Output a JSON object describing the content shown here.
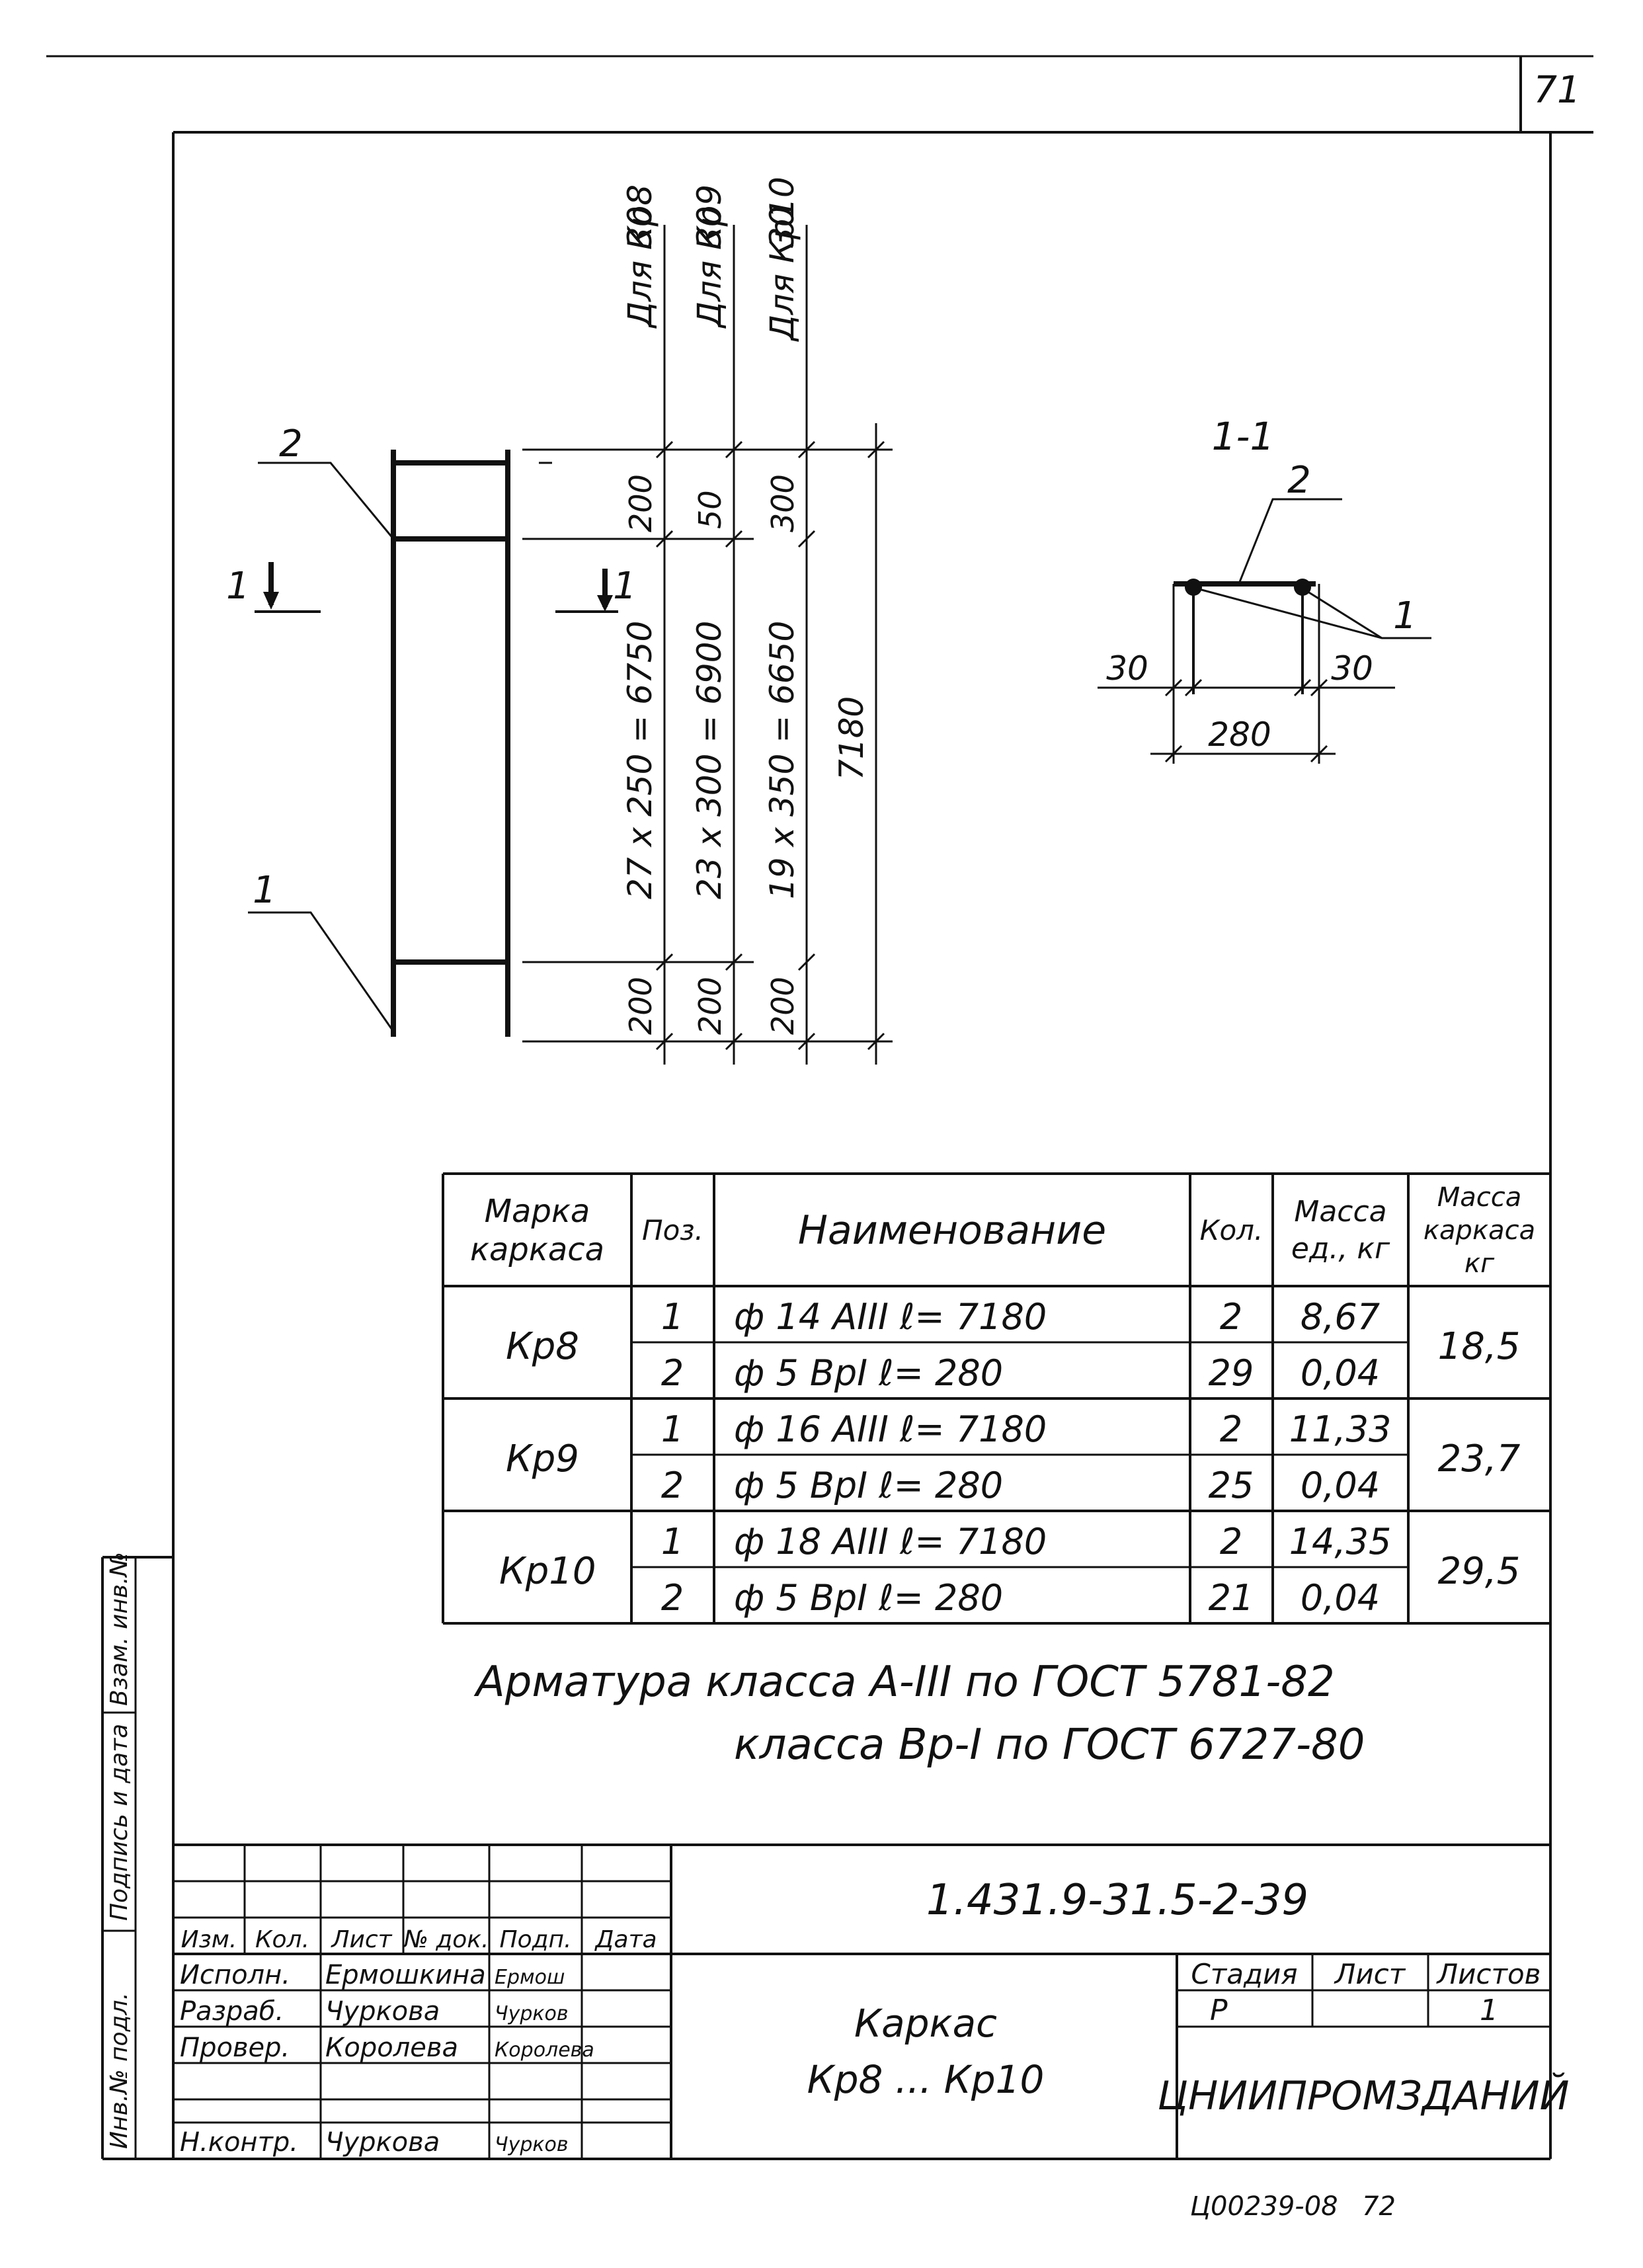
{
  "sheet_number": "71",
  "scan_marks": [
    "Ц00239-08",
    "72"
  ],
  "elevation": {
    "pos2_label": "2",
    "pos1_label": "1",
    "section_mark_left": "1",
    "section_mark_right": "1",
    "columns": [
      {
        "top": "30",
        "top_note": "Для Кр8",
        "end_top": "200",
        "middle": "27 x 250 = 6750",
        "end_bottom": "200"
      },
      {
        "top": "30",
        "top_note": "Для Кр9",
        "end_top": "50",
        "middle": "23 x 300 = 6900",
        "end_bottom": "200"
      },
      {
        "top": "30",
        "top_note": "Для Кр10",
        "end_top": "300",
        "middle": "19 x 350 = 6650",
        "end_bottom": "200"
      }
    ],
    "overall_length": "7180"
  },
  "section": {
    "title": "1-1",
    "pos2_label": "2",
    "pos1_label": "1",
    "dim_left": "30",
    "dim_right": "30",
    "dim_width": "280"
  },
  "spec_table": {
    "headers": {
      "mark": "Марка каркаса",
      "pos": "Поз.",
      "name": "Наименование",
      "qty": "Кол.",
      "unit_mass": "Масса ед., кг",
      "frame_mass": "Масса каркаса кг"
    },
    "groups": [
      {
        "mark": "Кр8",
        "frame_mass": "18,5",
        "rows": [
          {
            "pos": "1",
            "name": "ф 14 AIII   ℓ= 7180",
            "qty": "2",
            "unit_mass": "8,67"
          },
          {
            "pos": "2",
            "name": "ф 5 BpI   ℓ= 280",
            "qty": "29",
            "unit_mass": "0,04"
          }
        ]
      },
      {
        "mark": "Кр9",
        "frame_mass": "23,7",
        "rows": [
          {
            "pos": "1",
            "name": "ф 16 AIII   ℓ= 7180",
            "qty": "2",
            "unit_mass": "11,33"
          },
          {
            "pos": "2",
            "name": "ф 5 BpI   ℓ= 280",
            "qty": "25",
            "unit_mass": "0,04"
          }
        ]
      },
      {
        "mark": "Кр10",
        "frame_mass": "29,5",
        "rows": [
          {
            "pos": "1",
            "name": "ф 18 AIII   ℓ= 7180",
            "qty": "2",
            "unit_mass": "14,35"
          },
          {
            "pos": "2",
            "name": "ф 5 BpI   ℓ= 280",
            "qty": "21",
            "unit_mass": "0,04"
          }
        ]
      }
    ]
  },
  "notes": [
    "Арматура класса A-III по ГОСТ 5781-82",
    "класса Bp-I по ГОСТ 6727-80"
  ],
  "title_block": {
    "doc_code": "1.431.9-31.5-2-39",
    "drawing_title_line1": "Каркас",
    "drawing_title_line2": "Кр8 ... Кр10",
    "organization": "ЦНИИПРОМЗДАНИЙ",
    "col_headers": [
      "Изм.",
      "Кол.",
      "Лист",
      "№ док.",
      "Подп.",
      "Дата"
    ],
    "people": [
      {
        "role": "Исполн.",
        "name": "Ермошкина",
        "signature": "Ермош"
      },
      {
        "role": "Разраб.",
        "name": "Чуркова",
        "signature": "Чурков"
      },
      {
        "role": "Провер.",
        "name": "Королева",
        "signature": "Королева"
      },
      {
        "role": "Н.контр.",
        "name": "Чуркова",
        "signature": "Чурков"
      }
    ],
    "stage_label": "Стадия",
    "stage_value": "Р",
    "sheet_label": "Лист",
    "sheet_value": "",
    "sheets_label": "Листов",
    "sheets_value": "1"
  },
  "side_stamp": [
    "Инв.№ подл.",
    "Подпись и дата",
    "Взам. инв.№"
  ]
}
